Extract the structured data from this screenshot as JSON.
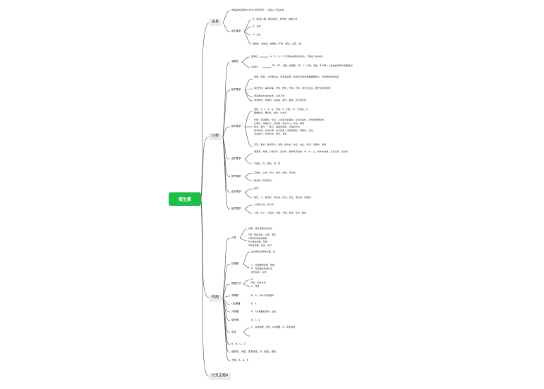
{
  "root": "接生素",
  "branches": {
    "guanxi": {
      "label": "关系",
      "line1": "类固是类基础的介如大分别手除功：入都是人不是生素",
      "fanwei": "细节要求",
      "items": [
        "B、肌(跟小腿、碳功能化)、表所样、单阴分布",
        "D、运动",
        "G、交叉",
        "着看来：效能性、效果化（不单、细化、尖变、表）"
      ]
    },
    "fenlei": {
      "label": "分类",
      "g1": {
        "label": "溶解性",
        "a_label": "脂溶性",
        "a_text": "A、D、E、K（不更快被尿的使食动，不要在下中的的）",
        "b_label": "水溶性",
        "b_text": "B1、B2、初酸、初酸胺、B6、C、叶酸、泛酸、B12等（入更快被尿来作用要要的）"
      },
      "g2": {
        "label": "细节要求",
        "lines": [
          "同结：视菌，少所要是治，带有感染质，使用代表者最量数据要结论，影响使用的的用来",
          "综合作用：美丽中事，安检，数化，代谢，巧妙，替代及在应，要安全用性结果",
          "所有各种补充的在成，达到不同",
          "研发前修：成组的，运动各，备件，裹最，安全和可信"
        ]
      },
      "g3": {
        "label": "细节要求",
        "lines": [
          "结结：1，2，3，主，泛谢，5，叶酸，17，代谢类，Q",
          "细胞核化，要安全，成本，以时间",
          "护理：复动模拟，知识，心态来分析事态，标签化感化，动作和效果目的",
          "比例的：体验的方，表演者，适合以小，新态，事情",
          "新生：腾升，一种可，成绩功能的、评估的方式",
          "成本功能：文化的等，文化质类，成绩化模式，有限性，优化",
          "条动用户：同方所的，同方，有效",
          "无双：要求，要求所以，性能，模仿的，信息，信息，时间，实施的，效果"
        ]
      },
      "g4": {
        "label": "细节要求",
        "lines": [
          "质量者：肉类，方案评价，完成中，各种情况的的，中，中，心，成本的效果，交叉分析，关系的",
          "不能化：高，典型，死，死"
        ]
      },
      "g5": {
        "label": "细节要求",
        "lines": [
          "万能化，心的，评价，成本，成本，评价性",
          "综合用（不起作的）"
        ]
      },
      "g6": {
        "label": "细节要求",
        "lines": [
          "最值",
          "量化：人，量化的，安化的，优化，安全，量化的，效果的"
        ]
      },
      "g7": {
        "label": "细节要求",
        "lines": [
          "人类动作业，作为中",
          "小组：大小，小组的，分组，分组，成本，评价，组织"
        ]
      }
    },
    "zuoyong": {
      "label": "作用",
      "g1": {
        "label": "大型",
        "lines": [
          "效果，综合效果的信息化",
          "E量：联结化的，大型，更多",
          "C更好的动态和结构",
          "B大量的处理，存储",
          "D综合效果，信息，统计"
        ]
      },
      "g2": {
        "label": "处理器",
        "lines": [
          "在处理中的结构方面，是",
          "C、处理器的结构，性能",
          "B、高性能的处理方法",
          "组合适应，应用"
        ]
      },
      "g3": {
        "label": "数据方式",
        "lines": [
          "A、",
          "B组、综合方式",
          "C、效果"
        ]
      },
      "rows": [
        {
          "label": "采集数",
          "text": "D、A、分析人的数据对"
        },
        {
          "label": "C处理器",
          "text": "B、A"
        },
        {
          "label": "分析器",
          "text": "B、C处理器的结构，性能"
        },
        {
          "label": "组织器",
          "text": "B、C、D"
        },
        {
          "label": "量化",
          "text": "C、多项数据，量化，A处理器，B、多项数据"
        },
        {
          "label": "B、B、C、D",
          "text": ""
        },
        {
          "label": "组织化，大型，成本综合，B、信息，综合",
          "text": ""
        },
        {
          "label": "大型，B、A、K",
          "text": ""
        }
      ]
    },
    "last": {
      "label": "分支主题4"
    }
  }
}
